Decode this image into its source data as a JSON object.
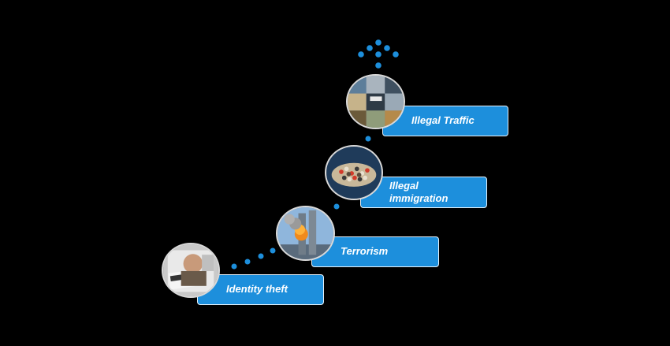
{
  "steps": [
    {
      "label": "Identity theft"
    },
    {
      "label": "Terrorism"
    },
    {
      "label": "Illegal\nimmigration"
    },
    {
      "label": "Illegal  Traffic"
    }
  ],
  "colors": {
    "box": "#1d8fdc",
    "dot": "#1d8fdc",
    "background": "#000000"
  },
  "icons": [
    "identity-theft-photo",
    "terrorism-photo",
    "illegal-immigration-photo",
    "illegal-traffic-photo",
    "arrow-up-dots-icon"
  ]
}
